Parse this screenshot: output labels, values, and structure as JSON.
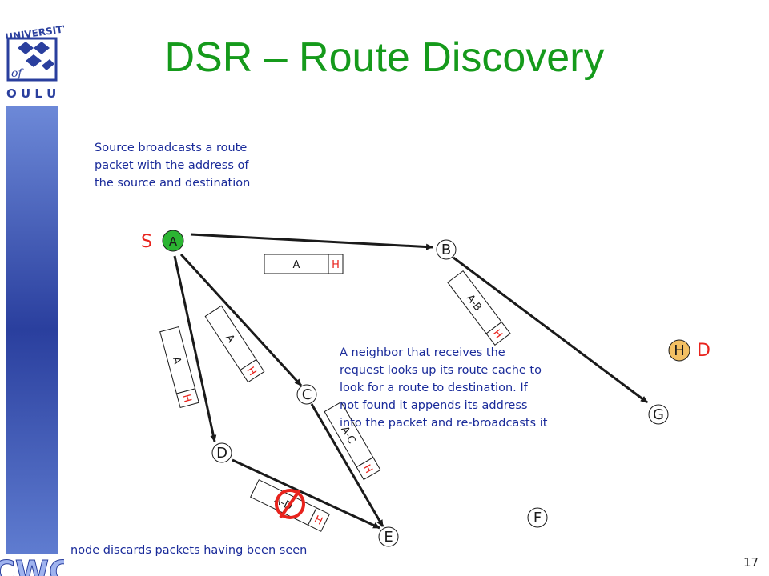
{
  "title": "DSR – Route Discovery",
  "logo": {
    "top_text": "UNIVERSITY",
    "of_text": "of",
    "bottom_text": "O U L U",
    "brand": "CWC"
  },
  "notes": {
    "source": [
      "Source broadcasts a route",
      "packet with the address of",
      "the source and destination"
    ],
    "neighbor": [
      "A  neighbor that receives the",
      "request looks up its route cache to",
      "look for a route to destination. If",
      "not found it appends its address",
      "into the packet and re-broadcasts it"
    ],
    "discard": "node discards packets having been seen"
  },
  "source_marker": "S",
  "destination_marker": "D",
  "nodes": {
    "A": "A",
    "B": "B",
    "C": "C",
    "D": "D",
    "E": "E",
    "F": "F",
    "G": "G",
    "H": "H"
  },
  "packets": {
    "ab": {
      "route": "A",
      "dest": "H"
    },
    "bg": {
      "route": "A-B",
      "dest": "H"
    },
    "ac": {
      "route": "A",
      "dest": "H"
    },
    "ad": {
      "route": "A",
      "dest": "H"
    },
    "ce": {
      "route": "A-C",
      "dest": "H"
    },
    "de": {
      "route": "A-D",
      "dest": "H"
    }
  },
  "page_number": "17",
  "colors": {
    "title": "#159a1b",
    "note_text": "#1a2b9a",
    "node_highlight": "#2bb532",
    "node_destination": "#f3c063",
    "marker": "#e8231d",
    "packet_dest": "#e8231d",
    "sidebar": "#2a3f9e"
  }
}
